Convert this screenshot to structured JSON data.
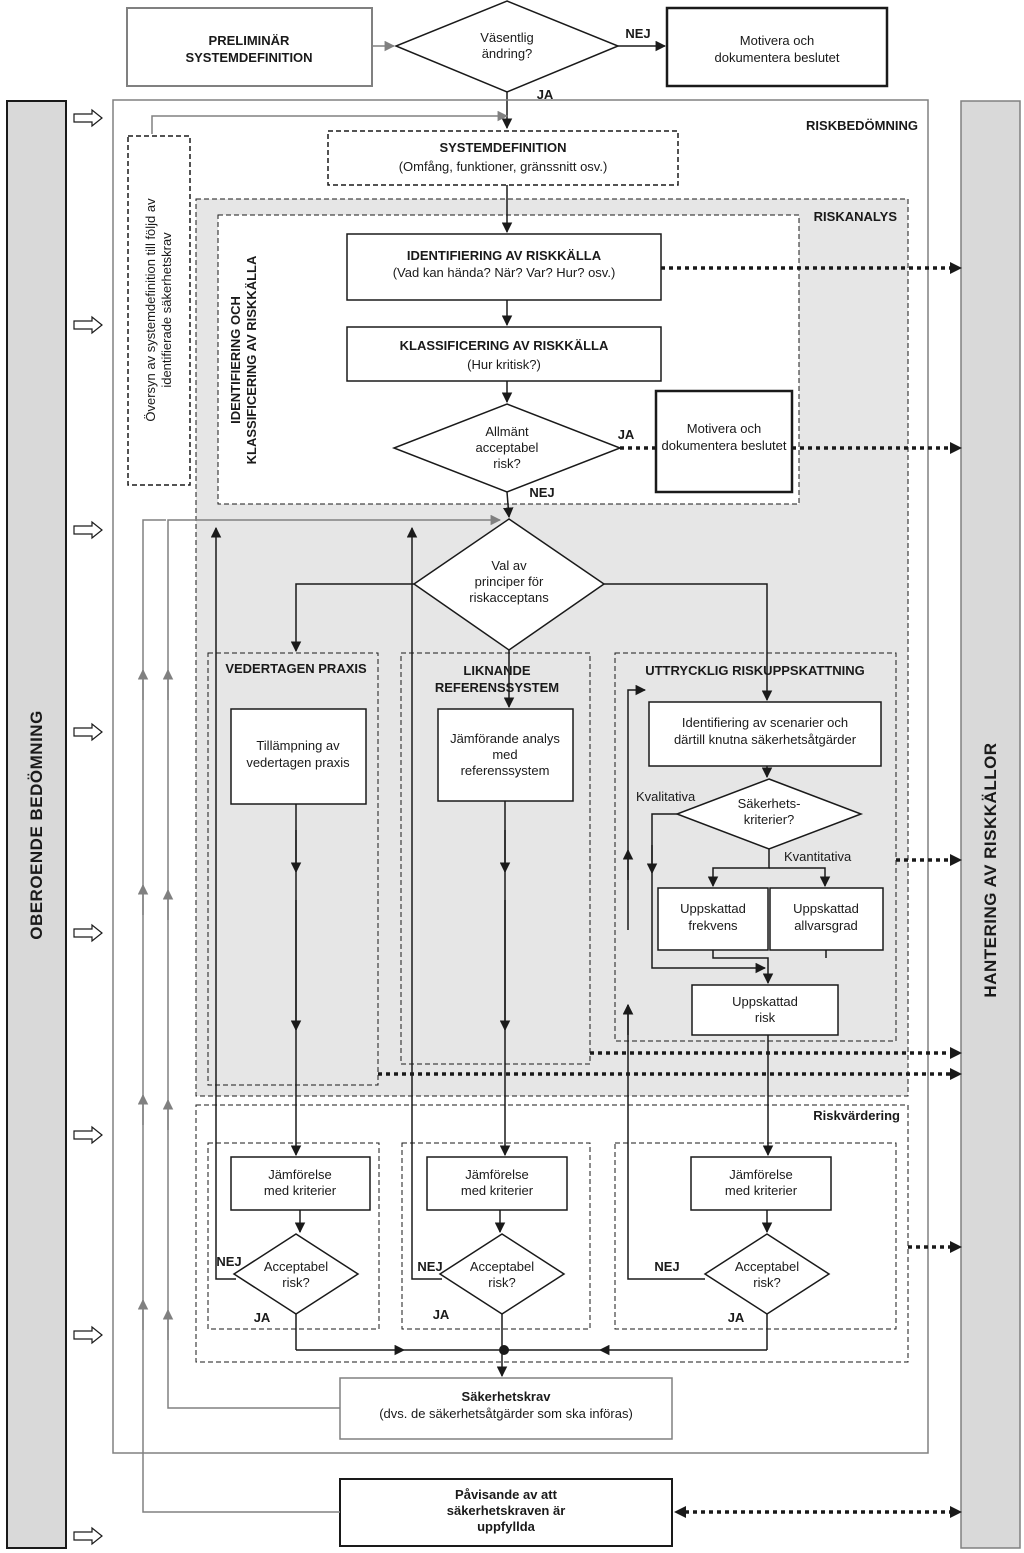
{
  "top": {
    "prelim_line1": "PRELIMINÄR",
    "prelim_line2": "SYSTEMDEFINITION",
    "decision_line1": "Väsentlig",
    "decision_line2": "ändring?",
    "no": "NEJ",
    "yes": "JA",
    "motivate_line1": "Motivera och",
    "motivate_line2": "dokumentera beslutet"
  },
  "left_bar": "OBEROENDE BEDÖMNING",
  "right_bar": "HANTERING AV RISKKÄLLOR",
  "riskbedomning": {
    "title": "RISKBEDÖMNING",
    "review_line1": "Översyn av systemdefinition till följd av",
    "review_line2": "identifierade säkerhetskrav",
    "sysdef_title": "SYSTEMDEFINITION",
    "sysdef_sub": "(Omfång, funktioner, gränssnitt osv.)"
  },
  "riskanalys": {
    "title": "RISKANALYS",
    "ident_vertical_line1": "IDENTIFIERING OCH",
    "ident_vertical_line2": "KLASSIFICERING AV RISKKÄLLA",
    "ident_title": "IDENTIFIERING AV RISKKÄLLA",
    "ident_sub": "(Vad kan hända? När? Var? Hur? osv.)",
    "class_title": "KLASSIFICERING AV RISKKÄLLA",
    "class_sub": "(Hur kritisk?)",
    "accept_line1": "Allmänt",
    "accept_line2": "acceptabel",
    "accept_line3": "risk?",
    "yes": "JA",
    "no": "NEJ",
    "motivate_line1": "Motivera och",
    "motivate_line2": "dokumentera beslutet",
    "principles_line1": "Val av",
    "principles_line2": "principer för",
    "principles_line3": "riskacceptans"
  },
  "columns": {
    "practice_title": "VEDERTAGEN PRAXIS",
    "practice_box_line1": "Tillämpning av",
    "practice_box_line2": "vedertagen praxis",
    "ref_title_line1": "LIKNANDE",
    "ref_title_line2": "REFERENSSYSTEM",
    "ref_box_line1": "Jämförande analys",
    "ref_box_line2": "med",
    "ref_box_line3": "referenssystem",
    "explicit_title": "UTTRYCKLIG RISKUPPSKATTNING",
    "scenario_line1": "Identifiering av scenarier och",
    "scenario_line2": "därtill knutna säkerhetsåtgärder",
    "criteria_line1": "Säkerhets-",
    "criteria_line2": "kriterier?",
    "qualitative": "Kvalitativa",
    "quantitative": "Kvantitativa",
    "freq_line1": "Uppskattad",
    "freq_line2": "frekvens",
    "severity_line1": "Uppskattad",
    "severity_line2": "allvarsgrad",
    "risk_line1": "Uppskattad",
    "risk_line2": "risk"
  },
  "riskvardering": {
    "title": "Riskvärdering",
    "compare_line1": "Jämförelse",
    "compare_line2": "med kriterier",
    "acceptable_line1": "Acceptabel",
    "acceptable_line2": "risk?",
    "no": "NEJ",
    "yes": "JA"
  },
  "requirements": {
    "title": "Säkerhetskrav",
    "sub": "(dvs. de säkerhetsåtgärder som ska införas)"
  },
  "demonstration": {
    "line1": "Påvisande av att",
    "line2": "säkerhetskraven är",
    "line3": "uppfyllda"
  }
}
